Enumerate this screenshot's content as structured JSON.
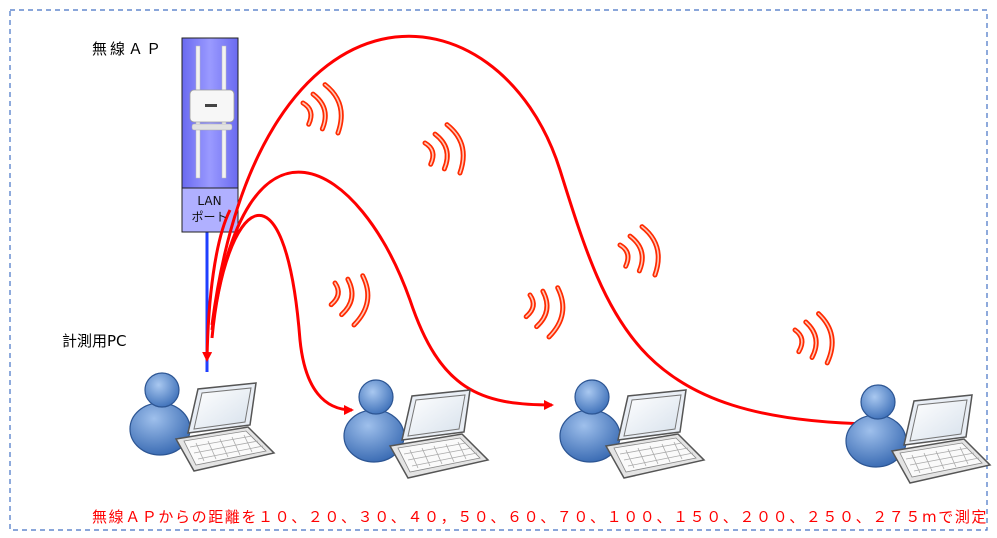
{
  "diagram": {
    "ap_label": "無線ＡＰ",
    "pc_label": "計測用PC",
    "lan_port_label_line1": "LAN",
    "lan_port_label_line2": "ポート",
    "caption": "無線ＡＰからの距離を１０、２０、３０、４０，５０、６０、７０、１００、１５０、２００、２５０、２７５mで測定"
  },
  "colors": {
    "border": "#4472c4",
    "signal": "#ff0000",
    "ap_body": "#7f7fff",
    "cable": "#1f3fff",
    "person": "#5b8fd6"
  },
  "icons": [
    "wireless-ap-icon",
    "user-laptop-icon",
    "wifi-wave-icon"
  ]
}
